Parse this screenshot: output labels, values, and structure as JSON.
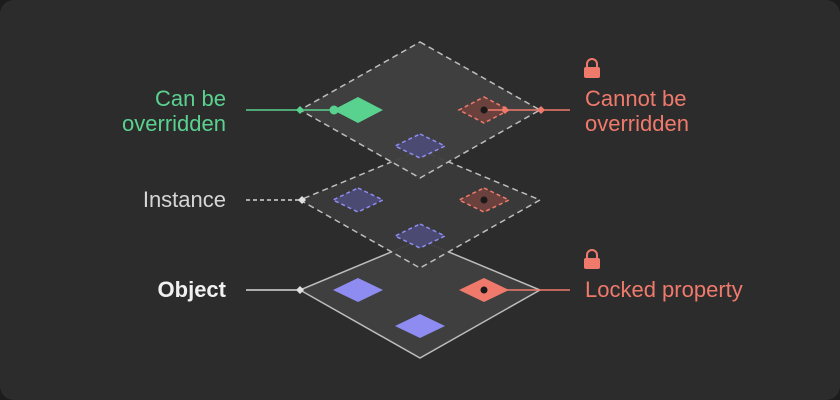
{
  "labels": {
    "can_be_overridden": [
      "Can be",
      "overridden"
    ],
    "instance": "Instance",
    "object": "Object",
    "cannot_be_overridden": [
      "Cannot be",
      "overridden"
    ],
    "locked_property": "Locked property"
  },
  "icons": {
    "lock": "lock-icon"
  },
  "colors": {
    "background": "#2c2c2c",
    "overridable": "#5ad28f",
    "locked": "#ef7a6c",
    "property": "#8e8cf0",
    "instance_text": "#d6d6d6",
    "object_text": "#f0f0f0"
  }
}
